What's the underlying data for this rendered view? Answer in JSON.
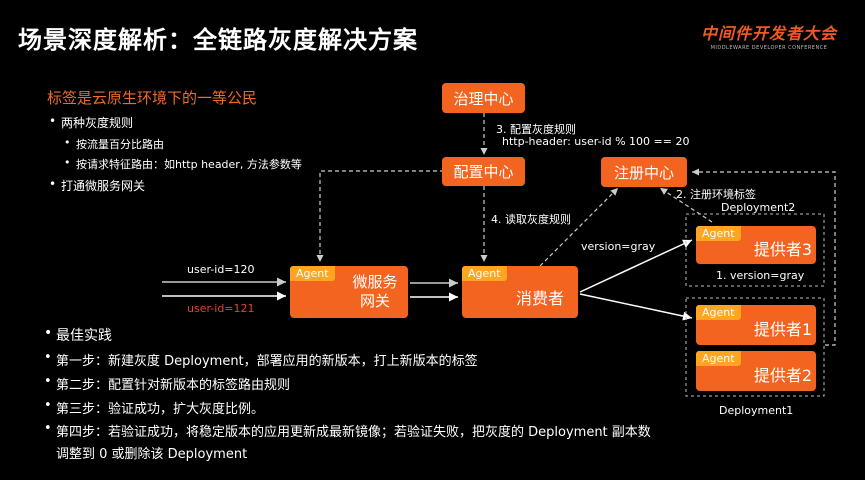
{
  "title": "场景深度解析：全链路灰度解决方案",
  "logo": {
    "main": "中间件开发者大会",
    "sub": "MIDDLEWARE DEVELOPER CONFERENCE"
  },
  "subtitle": "标签是云原生环境下的一等公民",
  "rules": {
    "heading": "两种灰度规则",
    "items": [
      "按流量百分比路由",
      "按请求特征路由：如http header, 方法参数等"
    ]
  },
  "gateway_bullet": "打通微服务网关",
  "best_practice": {
    "heading": "最佳实践",
    "steps": [
      "第一步：新建灰度 Deployment，部署应用的新版本，打上新版本的标签",
      "第二步：配置针对新版本的标签路由规则",
      "第三步：验证成功，扩大灰度比例。",
      "第四步：若验证成功，将稳定版本的应用更新成最新镜像；若验证失败，把灰度的 Deployment 副本数",
      "调整到 0 或删除该 Deployment"
    ]
  },
  "diagram": {
    "governance": "治理中心",
    "config_center": "配置中心",
    "registry": "注册中心",
    "agent": "Agent",
    "gateway": "微服务\n网关",
    "consumer": "消费者",
    "provider3": "提供者3",
    "provider1": "提供者1",
    "provider2": "提供者2",
    "step3_line1": "3. 配置灰度规则",
    "step3_line2": "http-header: user-id % 100 == 20",
    "step4": "4. 读取灰度规则",
    "step2": "2. 注册环境标签",
    "step1": "1. version=gray",
    "version_gray": "version=gray",
    "deployment2": "Deployment2",
    "deployment1": "Deployment1",
    "user120": "user-id=120",
    "user121": "user-id=121"
  },
  "colors": {
    "accent": "#f2641f",
    "agent": "#ffa51f",
    "red_text": "#e0452b"
  }
}
